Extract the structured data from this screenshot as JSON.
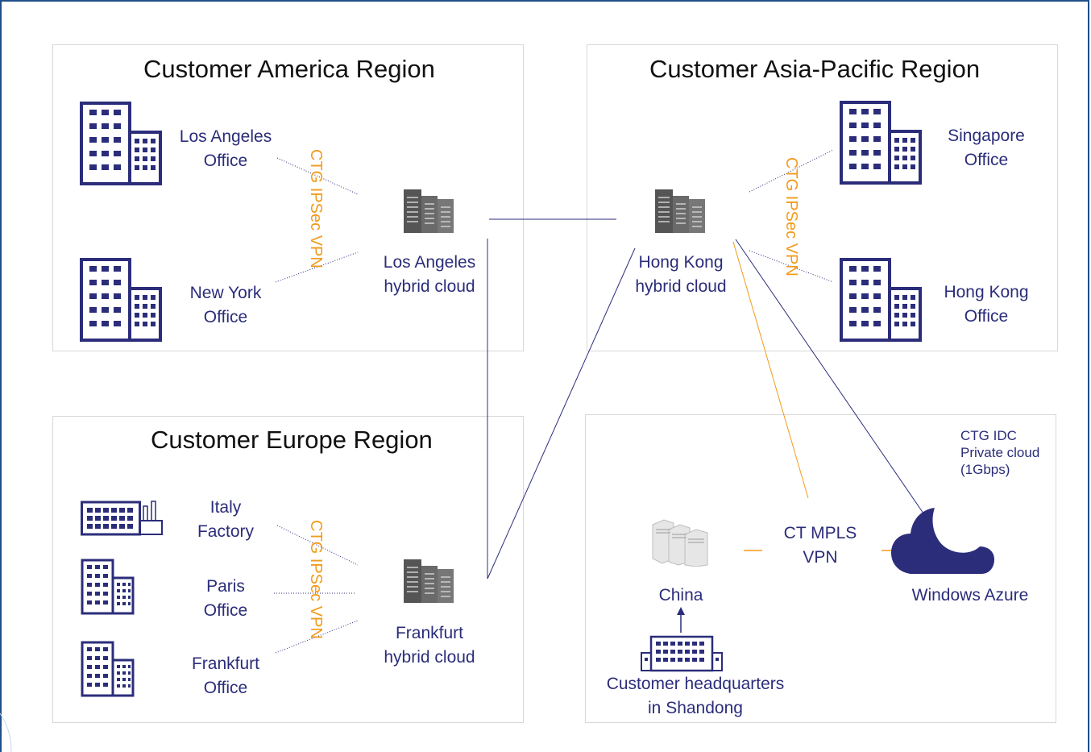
{
  "regions": {
    "america": {
      "title": "Customer America Region",
      "la_office": [
        "Los Angeles",
        "Office"
      ],
      "ny_office": [
        "New York",
        "Office"
      ],
      "vpn": "CTG IPSec VPN",
      "hub": [
        "Los Angeles",
        "hybrid cloud"
      ]
    },
    "asia": {
      "title": "Customer Asia-Pacific Region",
      "sg_office": [
        "Singapore",
        "Office"
      ],
      "hk_office": [
        "Hong Kong",
        "Office"
      ],
      "vpn": "CTG IPSec VPN",
      "hub": [
        "Hong Kong",
        "hybrid cloud"
      ]
    },
    "europe": {
      "title": "Customer Europe Region",
      "italy": [
        "Italy",
        "Factory"
      ],
      "paris": [
        "Paris",
        "Office"
      ],
      "frankfurt_office": [
        "Frankfurt",
        "Office"
      ],
      "vpn": "CTG IPSec VPN",
      "hub": [
        "Frankfurt",
        "hybrid cloud"
      ]
    },
    "china": {
      "idc": [
        "CTG IDC",
        "Private cloud",
        "(1Gbps)"
      ],
      "mpls": [
        "CT MPLS",
        "VPN"
      ],
      "china_label": "China",
      "azure": "Windows Azure",
      "hq": [
        "Customer headquarters",
        "in Shandong"
      ]
    }
  },
  "colors": {
    "navy": "#2b2d7a",
    "orange": "#f29a1a",
    "frame": "#1f4f8a",
    "server_dark": "#555555"
  }
}
